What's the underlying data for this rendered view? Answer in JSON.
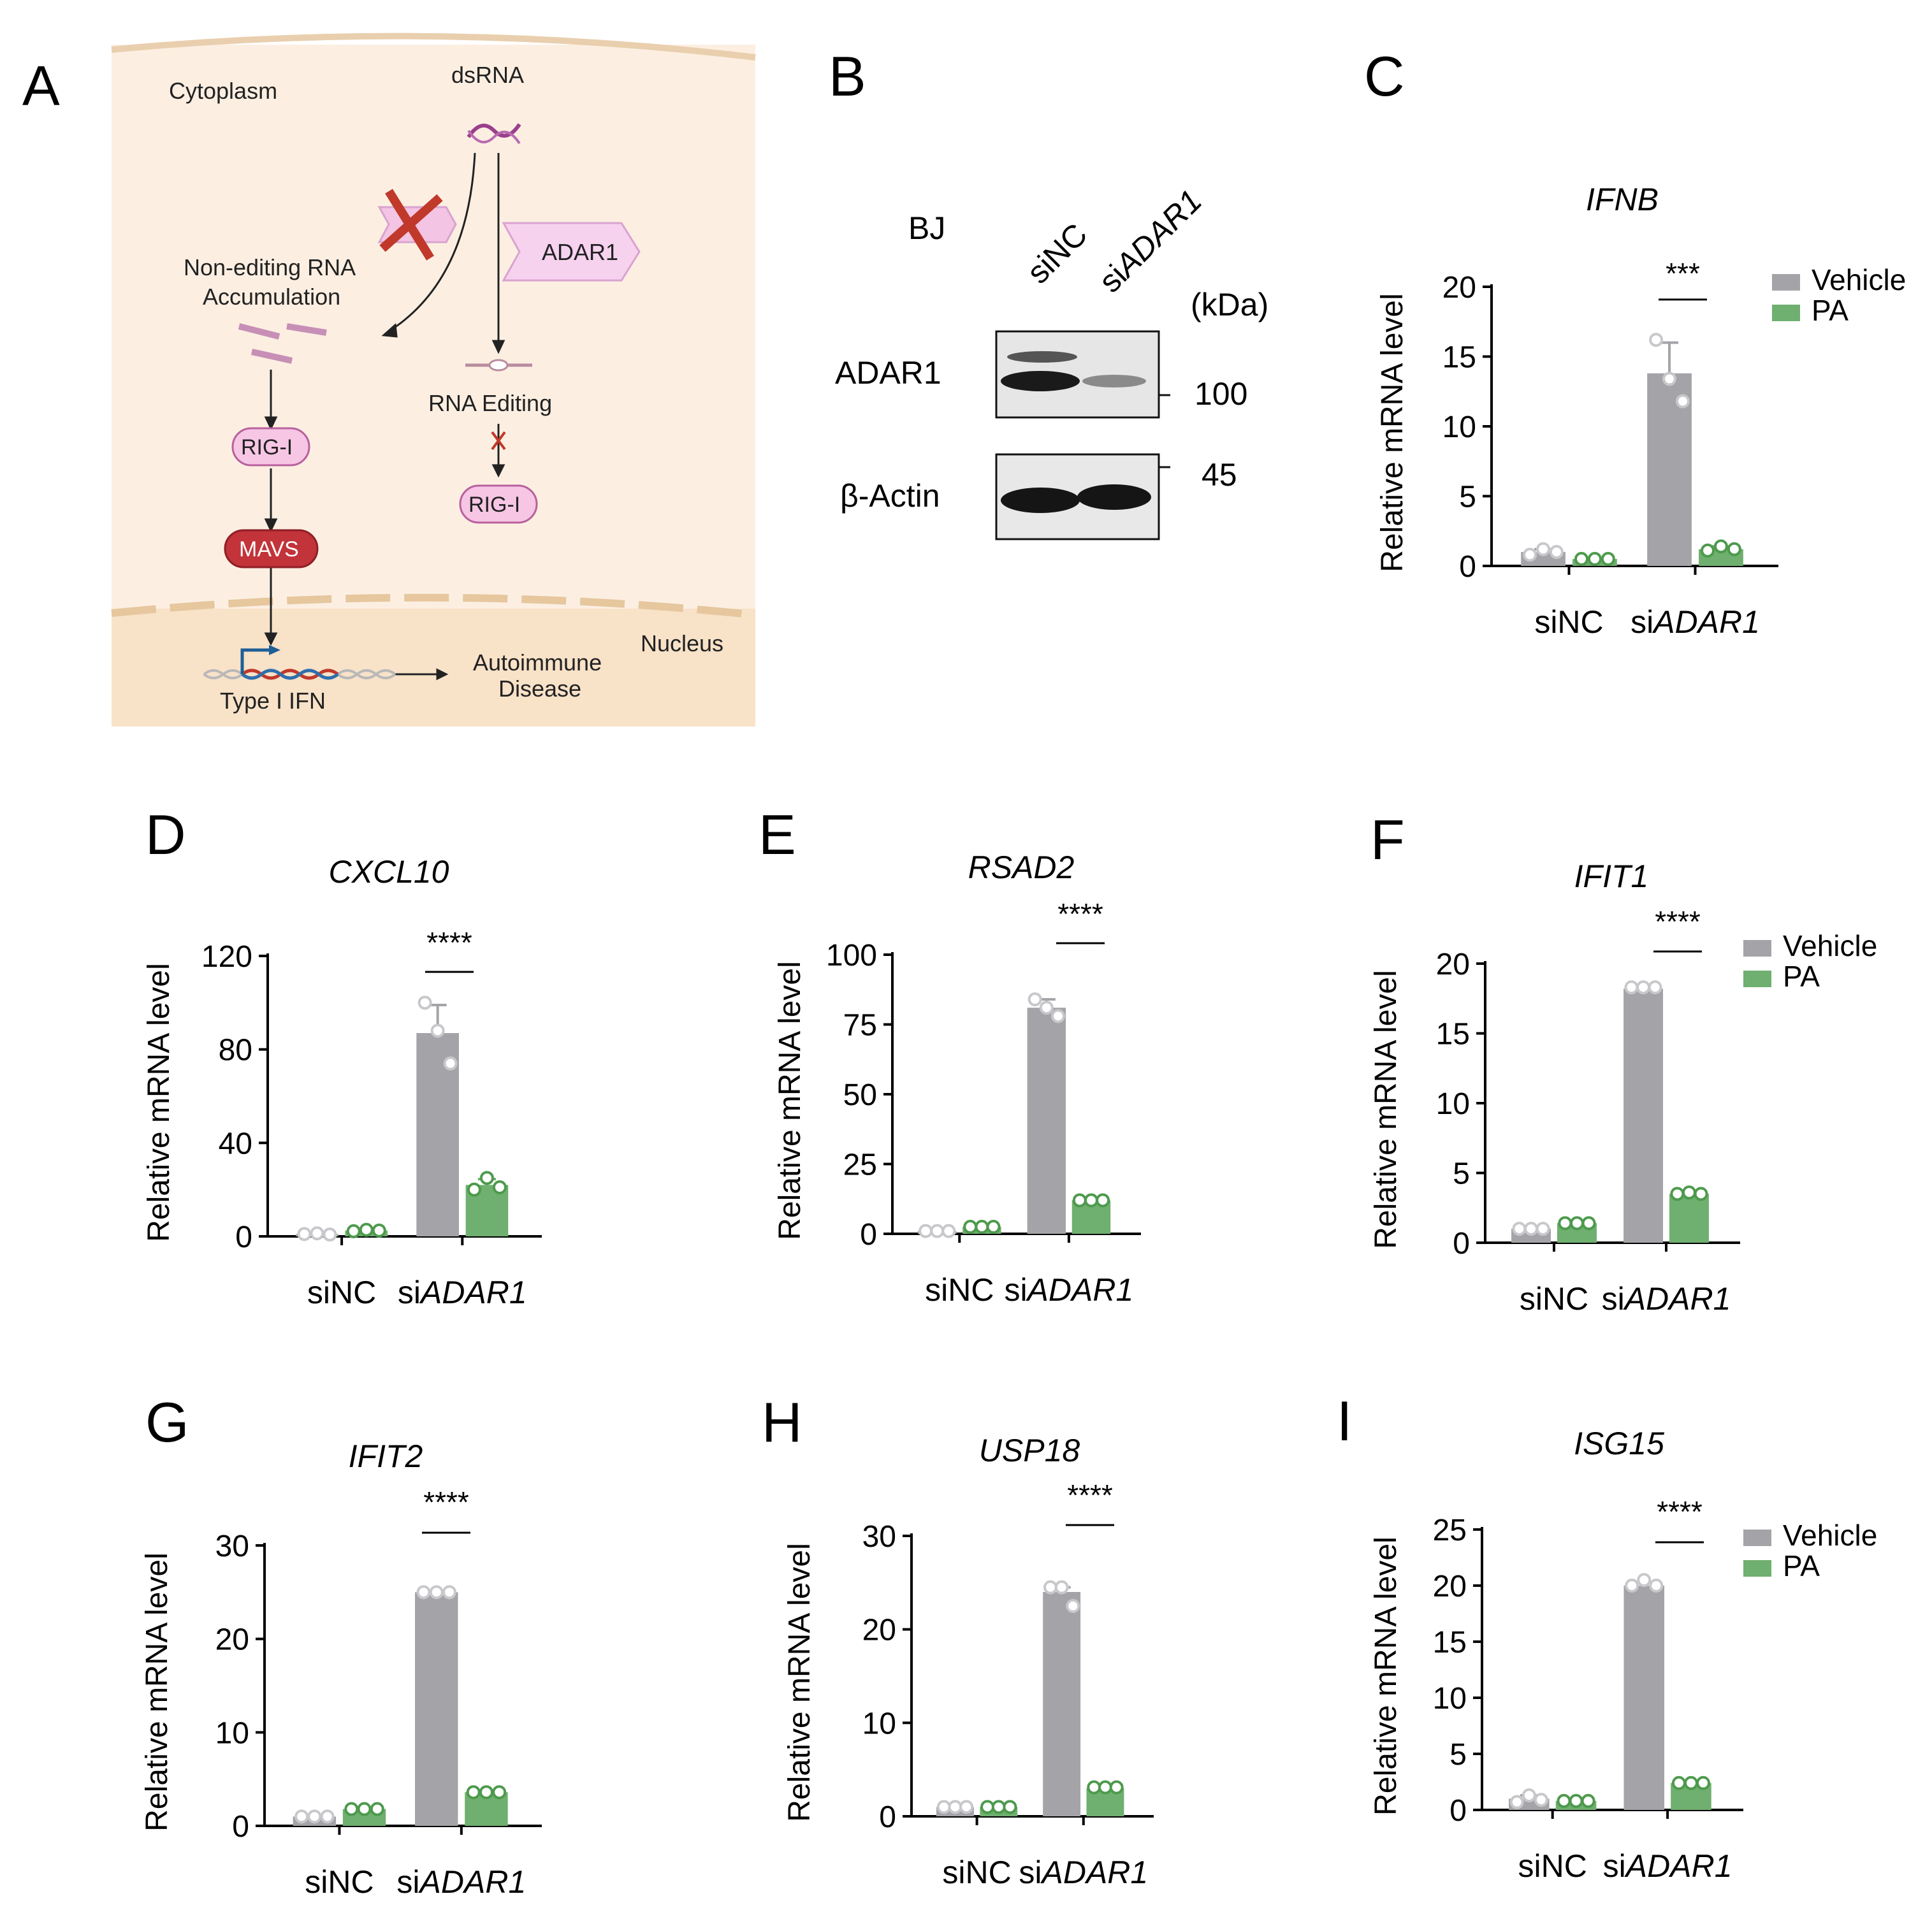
{
  "panels": {
    "A": "A",
    "B": "B",
    "C": "C",
    "D": "D",
    "E": "E",
    "F": "F",
    "G": "G",
    "H": "H",
    "I": "I"
  },
  "diagram": {
    "cytoplasm": "Cytoplasm",
    "dsrna": "dsRNA",
    "non_editing_line1": "Non-editing RNA",
    "non_editing_line2": "Accumulation",
    "adar1": "ADAR1",
    "rna_editing": "RNA Editing",
    "rig_i": "RIG-I",
    "mavs": "MAVS",
    "nucleus": "Nucleus",
    "type_i_ifn": "Type I IFN",
    "autoimmune_line1": "Autoimmune",
    "autoimmune_line2": "Disease"
  },
  "western_blot": {
    "cell_line": "BJ",
    "lanes": [
      "siNC",
      "siADAR1"
    ],
    "unit": "(kDa)",
    "rows": [
      {
        "label": "ADAR1",
        "marker": "100"
      },
      {
        "label": "β-Actin",
        "marker": "45"
      }
    ]
  },
  "legend": [
    "Vehicle",
    "PA"
  ],
  "colors": {
    "vehicle": "#a4a4a8",
    "pa": "#6faf6f",
    "vehicle_dot": "#c8c8cc",
    "pa_dot": "#4d9a4d"
  },
  "chart_data": [
    {
      "panel": "C",
      "type": "bar",
      "title": "IFNB",
      "ylabel": "Relative mRNA level",
      "categories": [
        "siNC",
        "siADAR1"
      ],
      "ylim": [
        0,
        20
      ],
      "yticks": [
        0,
        5,
        10,
        15,
        20
      ],
      "series": [
        {
          "name": "Vehicle",
          "values": [
            1.0,
            13.8
          ],
          "errors": [
            0.2,
            2.2
          ],
          "points": [
            [
              0.8,
              1.2,
              1.0
            ],
            [
              16.2,
              13.4,
              11.8
            ]
          ]
        },
        {
          "name": "PA",
          "values": [
            0.5,
            1.2
          ],
          "errors": [
            0.05,
            0.2
          ],
          "points": [
            [
              0.5,
              0.5,
              0.5
            ],
            [
              1.1,
              1.4,
              1.2
            ]
          ]
        }
      ],
      "significance": "***",
      "legend": true
    },
    {
      "panel": "D",
      "type": "bar",
      "title": "CXCL10",
      "ylabel": "Relative mRNA level",
      "categories": [
        "siNC",
        "siADAR1"
      ],
      "ylim": [
        0,
        120
      ],
      "yticks": [
        0,
        40,
        80,
        120
      ],
      "series": [
        {
          "name": "Vehicle",
          "values": [
            1,
            87
          ],
          "errors": [
            0.3,
            12
          ],
          "points": [
            [
              1,
              1.3,
              0.8
            ],
            [
              100,
              88,
              74
            ]
          ]
        },
        {
          "name": "PA",
          "values": [
            2.5,
            22
          ],
          "errors": [
            0.4,
            2.5
          ],
          "points": [
            [
              2.2,
              2.8,
              2.5
            ],
            [
              20,
              25,
              21
            ]
          ]
        }
      ],
      "significance": "****",
      "legend": false
    },
    {
      "panel": "E",
      "type": "bar",
      "title": "RSAD2",
      "ylabel": "Relative mRNA level",
      "categories": [
        "siNC",
        "siADAR1"
      ],
      "ylim": [
        0,
        100
      ],
      "yticks": [
        0,
        25,
        50,
        75,
        100
      ],
      "series": [
        {
          "name": "Vehicle",
          "values": [
            1,
            81
          ],
          "errors": [
            0.2,
            3
          ],
          "points": [
            [
              1,
              1,
              1
            ],
            [
              84,
              81,
              78
            ]
          ]
        },
        {
          "name": "PA",
          "values": [
            2.5,
            12
          ],
          "errors": [
            0.2,
            0.5
          ],
          "points": [
            [
              2.5,
              2.5,
              2.5
            ],
            [
              12,
              12,
              12
            ]
          ]
        }
      ],
      "significance": "****",
      "legend": false
    },
    {
      "panel": "F",
      "type": "bar",
      "title": "IFIT1",
      "ylabel": "Relative mRNA level",
      "categories": [
        "siNC",
        "siADAR1"
      ],
      "ylim": [
        0,
        20
      ],
      "yticks": [
        0,
        5,
        10,
        15,
        20
      ],
      "series": [
        {
          "name": "Vehicle",
          "values": [
            1,
            18.2
          ],
          "errors": [
            0.1,
            0.2
          ],
          "points": [
            [
              1,
              1,
              1
            ],
            [
              18.3,
              18.3,
              18.3
            ]
          ]
        },
        {
          "name": "PA",
          "values": [
            1.4,
            3.5
          ],
          "errors": [
            0.1,
            0.2
          ],
          "points": [
            [
              1.4,
              1.4,
              1.4
            ],
            [
              3.5,
              3.6,
              3.5
            ]
          ]
        }
      ],
      "significance": "****",
      "legend": true
    },
    {
      "panel": "G",
      "type": "bar",
      "title": "IFIT2",
      "ylabel": "Relative mRNA level",
      "categories": [
        "siNC",
        "siADAR1"
      ],
      "ylim": [
        0,
        30
      ],
      "yticks": [
        0,
        10,
        20,
        30
      ],
      "series": [
        {
          "name": "Vehicle",
          "values": [
            1,
            25
          ],
          "errors": [
            0.1,
            0.2
          ],
          "points": [
            [
              1,
              1,
              1
            ],
            [
              25,
              25,
              25
            ]
          ]
        },
        {
          "name": "PA",
          "values": [
            1.8,
            3.6
          ],
          "errors": [
            0.2,
            0.2
          ],
          "points": [
            [
              1.8,
              1.8,
              1.8
            ],
            [
              3.6,
              3.6,
              3.6
            ]
          ]
        }
      ],
      "significance": "****",
      "legend": false
    },
    {
      "panel": "H",
      "type": "bar",
      "title": "USP18",
      "ylabel": "Relative mRNA level",
      "categories": [
        "siNC",
        "siADAR1"
      ],
      "ylim": [
        0,
        30
      ],
      "yticks": [
        0,
        10,
        20,
        30
      ],
      "series": [
        {
          "name": "Vehicle",
          "values": [
            1,
            24
          ],
          "errors": [
            0.1,
            0.5
          ],
          "points": [
            [
              1,
              1,
              1
            ],
            [
              24.5,
              24.5,
              22.5
            ]
          ]
        },
        {
          "name": "PA",
          "values": [
            1,
            3
          ],
          "errors": [
            0.1,
            0.2
          ],
          "points": [
            [
              1,
              1,
              1
            ],
            [
              3.1,
              3.1,
              3.1
            ]
          ]
        }
      ],
      "significance": "****",
      "legend": false
    },
    {
      "panel": "I",
      "type": "bar",
      "title": "ISG15",
      "ylabel": "Relative mRNA level",
      "categories": [
        "siNC",
        "siADAR1"
      ],
      "ylim": [
        0,
        25
      ],
      "yticks": [
        0,
        5,
        10,
        15,
        20,
        25
      ],
      "series": [
        {
          "name": "Vehicle",
          "values": [
            1,
            20
          ],
          "errors": [
            0.3,
            0.3
          ],
          "points": [
            [
              0.7,
              1.3,
              0.9
            ],
            [
              20,
              20.5,
              20
            ]
          ]
        },
        {
          "name": "PA",
          "values": [
            0.8,
            2.4
          ],
          "errors": [
            0.05,
            0.1
          ],
          "points": [
            [
              0.8,
              0.8,
              0.8
            ],
            [
              2.4,
              2.4,
              2.4
            ]
          ]
        }
      ],
      "significance": "****",
      "legend": true
    }
  ]
}
